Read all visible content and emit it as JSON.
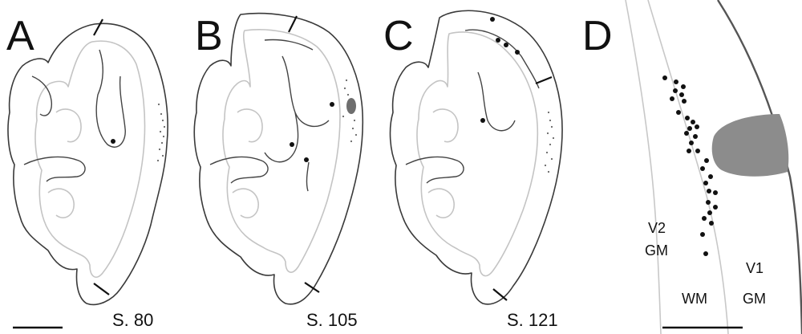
{
  "panels": [
    {
      "letter": "A",
      "slice_label": "S. 80"
    },
    {
      "letter": "B",
      "slice_label": "S. 105"
    },
    {
      "letter": "C",
      "slice_label": "S. 121"
    },
    {
      "letter": "D"
    }
  ],
  "panel_d_labels": {
    "v2": "V2",
    "v2_gm": "GM",
    "v1": "V1",
    "v1_gm": "GM",
    "wm": "WM"
  },
  "colors": {
    "outline": "#3a3a3a",
    "white_matter_boundary": "#c4c4c4",
    "labeled_cells": "#111111",
    "injection_site": "#8c8c8c"
  }
}
